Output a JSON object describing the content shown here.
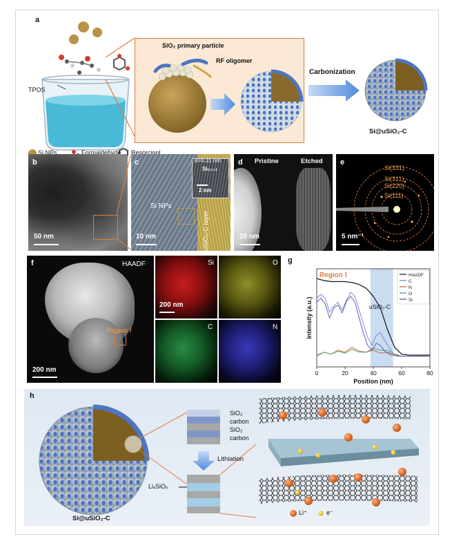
{
  "panel_a": {
    "label": "a",
    "tpos": "TPOS",
    "sio2_primary": "SiO₂ primary particle",
    "rf_oligomer": "RF oligomer",
    "carbonization": "Carbonization",
    "product": "Si@uSiO₂-C",
    "legend": [
      "Si NPs",
      "Formaldehyde",
      "Resorcinol"
    ]
  },
  "panel_b": {
    "label": "b",
    "scale": "50 nm"
  },
  "panel_c": {
    "label": "c",
    "si_nps": "Si NPs",
    "layer": "uSiO₂-C layer",
    "dspacing": "d=0.31 nm",
    "plane": "Si₍₁₁₁₎",
    "inset_scale": "2 nm",
    "scale": "10 nm"
  },
  "panel_d": {
    "label": "d",
    "pristine": "Pristine",
    "etched": "Etched",
    "scale": "20 nm"
  },
  "panel_e": {
    "label": "e",
    "rings": [
      "Si(331)",
      "Si(311)",
      "Si(220)",
      "Si(111)"
    ],
    "scale": "5 nm⁻¹"
  },
  "panel_f": {
    "label": "f",
    "haadf": "HAADF",
    "region": "Region Ⅰ",
    "scale_main": "200 nm",
    "scale_si": "200 nm",
    "maps": [
      "Si",
      "O",
      "C",
      "N"
    ]
  },
  "panel_g": {
    "label": "g",
    "region": "Region Ⅰ",
    "layer": "uSiO₂-C"
  },
  "panel_h": {
    "label": "h",
    "layers": [
      "SiO₂",
      "carbon",
      "SiO₂",
      "carbon"
    ],
    "lithiation": "Lithiation",
    "lisiox": "LiₓSiOₓ",
    "product": "Si@uSiO₂-C",
    "li": "Li⁺",
    "e": "e⁻"
  },
  "colors": {
    "si": "#a5843a",
    "sio2": "#4d75c2",
    "carbon_bg": "#e2eaf4",
    "accent_orange": "#e07b39"
  },
  "chart_data": {
    "type": "line",
    "xlabel": "Position (nm)",
    "ylabel": "Intensity (a.u.)",
    "xlim": [
      0,
      80
    ],
    "xticks": [
      0,
      20,
      40,
      60,
      80
    ],
    "shaded_region": [
      38,
      54
    ],
    "series": [
      {
        "name": "HAADF",
        "color": "#111111",
        "x": [
          0,
          5,
          10,
          15,
          20,
          25,
          30,
          35,
          40,
          45,
          50,
          55,
          60,
          65,
          70,
          75,
          80
        ],
        "y": [
          0.9,
          0.88,
          0.87,
          0.87,
          0.87,
          0.86,
          0.84,
          0.8,
          0.72,
          0.6,
          0.38,
          0.2,
          0.13,
          0.12,
          0.12,
          0.12,
          0.12
        ]
      },
      {
        "name": "C",
        "color": "#7b7bd6",
        "x": [
          0,
          3,
          6,
          9,
          12,
          15,
          18,
          21,
          24,
          27,
          30,
          33,
          36,
          39,
          42,
          45,
          48,
          51,
          54,
          57,
          60,
          65,
          70,
          75,
          80
        ],
        "y": [
          0.7,
          0.74,
          0.7,
          0.56,
          0.62,
          0.66,
          0.58,
          0.68,
          0.76,
          0.72,
          0.58,
          0.44,
          0.3,
          0.22,
          0.32,
          0.35,
          0.27,
          0.2,
          0.14,
          0.12,
          0.11,
          0.11,
          0.11,
          0.11,
          0.11
        ]
      },
      {
        "name": "N",
        "color": "#e0503a",
        "x": [
          0,
          5,
          10,
          15,
          20,
          25,
          30,
          35,
          40,
          45,
          50,
          55,
          60,
          70,
          80
        ],
        "y": [
          0.12,
          0.15,
          0.13,
          0.17,
          0.15,
          0.2,
          0.16,
          0.15,
          0.17,
          0.14,
          0.15,
          0.12,
          0.11,
          0.11,
          0.11
        ]
      },
      {
        "name": "O",
        "color": "#3aa65a",
        "x": [
          0,
          5,
          10,
          15,
          20,
          25,
          30,
          35,
          40,
          45,
          50,
          55,
          60,
          70,
          80
        ],
        "y": [
          0.11,
          0.15,
          0.13,
          0.16,
          0.14,
          0.18,
          0.15,
          0.15,
          0.19,
          0.17,
          0.17,
          0.13,
          0.11,
          0.11,
          0.11
        ]
      },
      {
        "name": "Si",
        "color": "#4a4ab0",
        "x": [
          0,
          3,
          6,
          9,
          12,
          15,
          18,
          21,
          24,
          27,
          30,
          33,
          36,
          39,
          42,
          45,
          48,
          51,
          54,
          57,
          60,
          65,
          70,
          75,
          80
        ],
        "y": [
          0.66,
          0.7,
          0.64,
          0.5,
          0.6,
          0.63,
          0.55,
          0.67,
          0.72,
          0.66,
          0.5,
          0.34,
          0.22,
          0.17,
          0.24,
          0.22,
          0.16,
          0.13,
          0.12,
          0.11,
          0.11,
          0.11,
          0.11,
          0.11,
          0.11
        ]
      }
    ]
  }
}
